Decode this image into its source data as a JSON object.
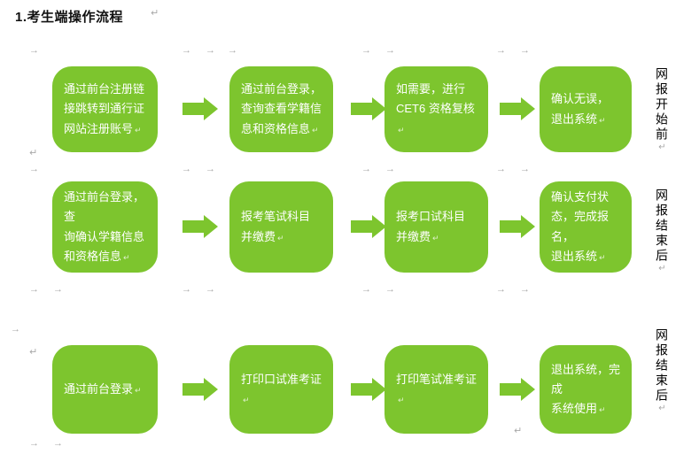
{
  "title": "1.考生端操作流程",
  "colors": {
    "green": "#7DC52E",
    "mark_gray": "#a8a8a8",
    "box_text": "#ffffff"
  },
  "marks": {
    "tab": "→",
    "return": "↵"
  },
  "rows": [
    {
      "side_label": "网报开始前",
      "boxes": [
        "通过前台注册链\n接跳转到通行证\n网站注册账号",
        "通过前台登录，\n查询查看学籍信\n息和资格信息",
        "如需要，进行\nCET6 资格复核",
        "确认无误，\n退出系统"
      ]
    },
    {
      "side_label": "网报结束后",
      "boxes": [
        "通过前台登录，查\n询确认学籍信息\n和资格信息",
        "报考笔试科目\n并缴费",
        "报考口试科目\n并缴费",
        "确认支付状\n态，完成报名，\n退出系统"
      ]
    },
    {
      "side_label": "网报结束后",
      "boxes": [
        "通过前台登录",
        "打印口试准考证",
        "打印笔试准考证",
        "退出系统，完成\n系统使用"
      ]
    }
  ]
}
